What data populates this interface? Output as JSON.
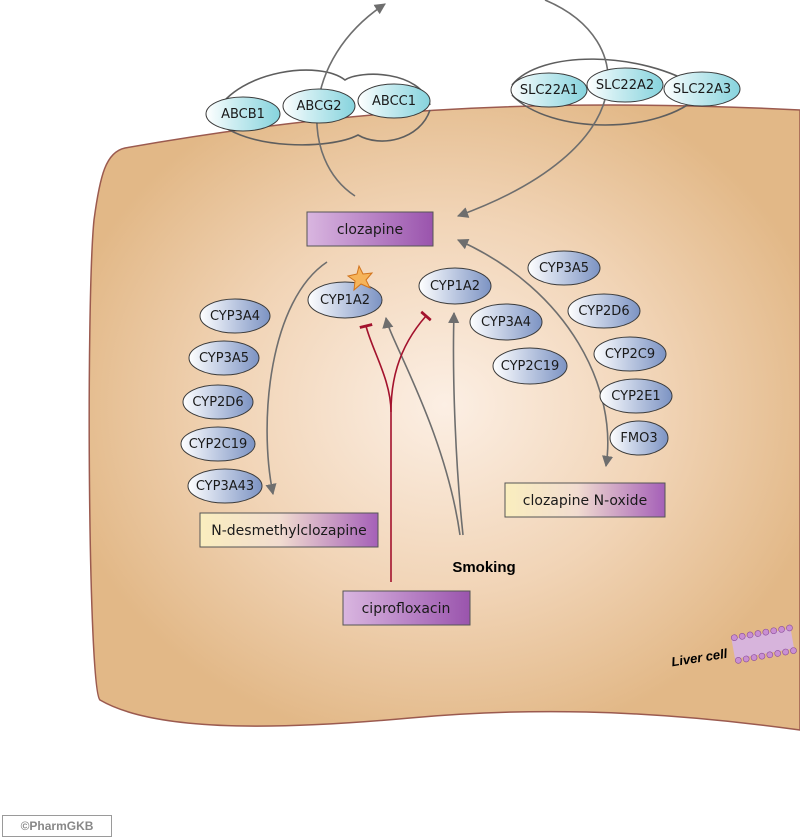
{
  "transporters": {
    "efflux": [
      "ABCB1",
      "ABCG2",
      "ABCC1"
    ],
    "influx": [
      "SLC22A1",
      "SLC22A2",
      "SLC22A3"
    ]
  },
  "drugs": {
    "parent": "clozapine",
    "metabolite_left": "N-desmethylclozapine",
    "metabolite_right": "clozapine N-oxide",
    "inhibitor": "ciprofloxacin"
  },
  "enzymes": {
    "left_column": [
      "CYP3A4",
      "CYP3A5",
      "CYP2D6",
      "CYP2C19",
      "CYP3A43"
    ],
    "center_inhibited": "CYP1A2",
    "center_induced": [
      "CYP1A2",
      "CYP3A4",
      "CYP2C19"
    ],
    "right_column": [
      "CYP3A5",
      "CYP2D6",
      "CYP2C9",
      "CYP2E1",
      "FMO3"
    ]
  },
  "labels": {
    "smoking": "Smoking",
    "cell": "Liver cell",
    "credit": "©PharmGKB"
  },
  "colors": {
    "cell_fill": "#e2b887",
    "cell_center": "#fbeadc",
    "arrow": "#6e6e6e",
    "inhibition": "#a3122d",
    "transporter_fill": "#9ddde6",
    "enzyme_fill": "#8ea3cd",
    "drug_fill": "#a261b5",
    "metabolite_fill": "#f5e3a8",
    "star": "#f2a23c"
  }
}
